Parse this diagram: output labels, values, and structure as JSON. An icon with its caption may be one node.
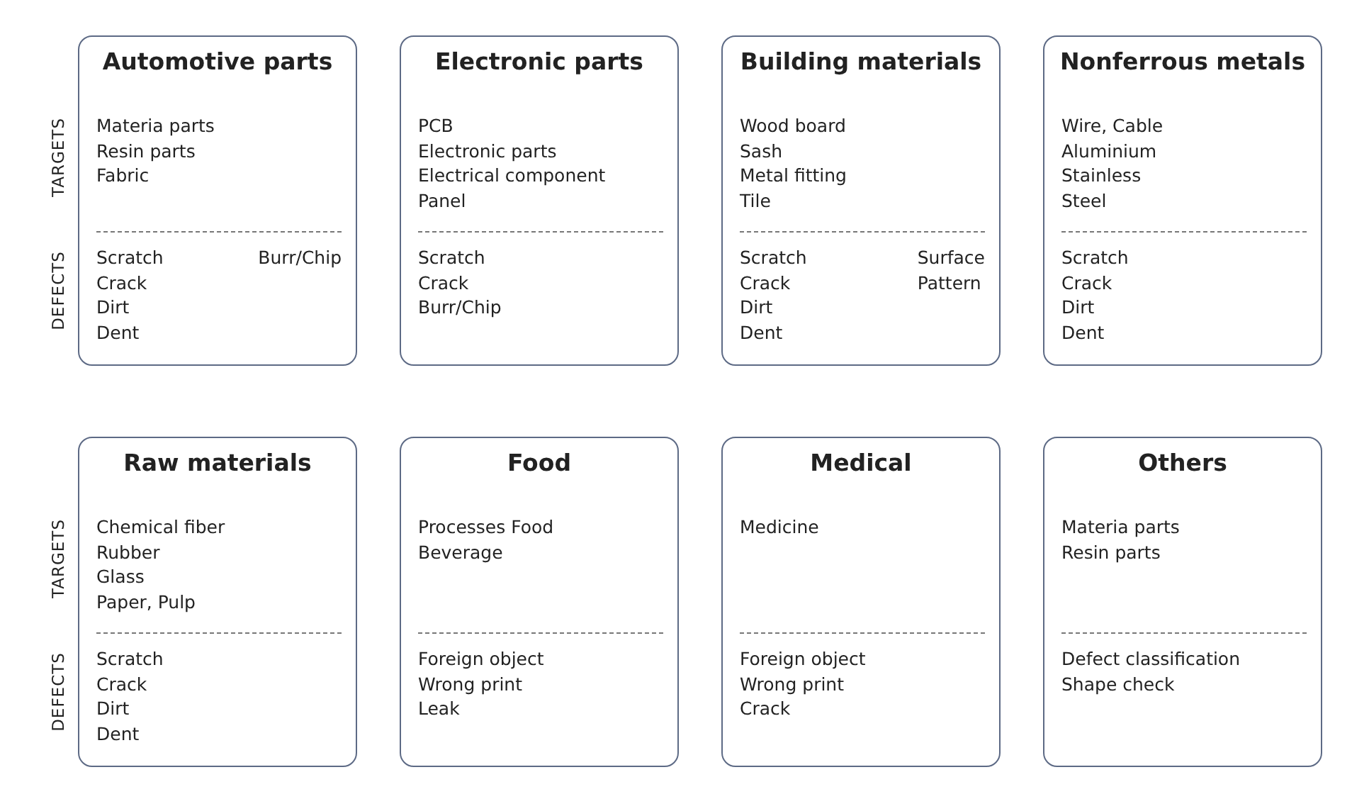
{
  "diagram": {
    "nodes": [
      {
        "text": [
          "Automotive parts"
        ]
      },
      {
        "text": [
          "Materia parts",
          "Resin parts",
          "Fabric"
        ],
        "in": 0
      },
      {
        "text": [
          "Scratch",
          "Crack",
          "Dirt",
          "Dent",
          "Burr/Chip"
        ],
        "in": 0
      },
      {
        "text": [
          "Electronic parts"
        ]
      },
      {
        "text": [
          "PCB",
          "Electronic parts",
          "Electrical component",
          "Panel"
        ],
        "in": 3
      },
      {
        "text": [
          "Scratch",
          "Crack",
          "Burr/Chip"
        ],
        "in": 3
      },
      {
        "text": [
          "Building materials"
        ]
      },
      {
        "text": [
          "Wood board",
          "Sash",
          "Metal fitting",
          "Tile"
        ],
        "in": 6
      },
      {
        "text": [
          "Scratch",
          "Crack",
          "Dirt",
          "Dent",
          "Surface",
          "Pattern"
        ],
        "in": 6
      },
      {
        "text": [
          "Nonferrous metals"
        ]
      },
      {
        "text": [
          "Wire, Cable",
          "Aluminium",
          "Stainless",
          "Steel"
        ],
        "in": 9
      },
      {
        "text": [
          "Scratch",
          "Crack",
          "Dirt",
          "Dent"
        ],
        "in": 9
      },
      {
        "text": [
          "Raw materials"
        ]
      },
      {
        "text": [
          "Chemical fiber",
          "Rubber",
          "Glass",
          "Paper, Pulp"
        ],
        "in": 12
      },
      {
        "text": [
          "Scratch",
          "Crack",
          "Dirt",
          "Dent"
        ],
        "in": 12
      },
      {
        "text": [
          "Food"
        ]
      },
      {
        "text": [
          "Processes Food",
          "Beverage"
        ],
        "in": 15
      },
      {
        "text": [
          "Foreign object",
          "Wrong print",
          "Leak"
        ],
        "in": 15
      },
      {
        "text": [
          "Medical"
        ]
      },
      {
        "text": [
          "Medicine"
        ],
        "in": 18
      },
      {
        "text": [
          "Foreign object",
          "Wrong print",
          "Crack"
        ],
        "in": 18
      },
      {
        "text": [
          "Others"
        ]
      },
      {
        "text": [
          "Materia parts",
          "Resin parts"
        ],
        "in": 21
      },
      {
        "text": [
          "Defect classification",
          "Shape check"
        ],
        "in": 21
      }
    ],
    "labels": [
      "TARGETS",
      "DEFECTS",
      "TARGETS",
      "DEFECTS"
    ]
  }
}
